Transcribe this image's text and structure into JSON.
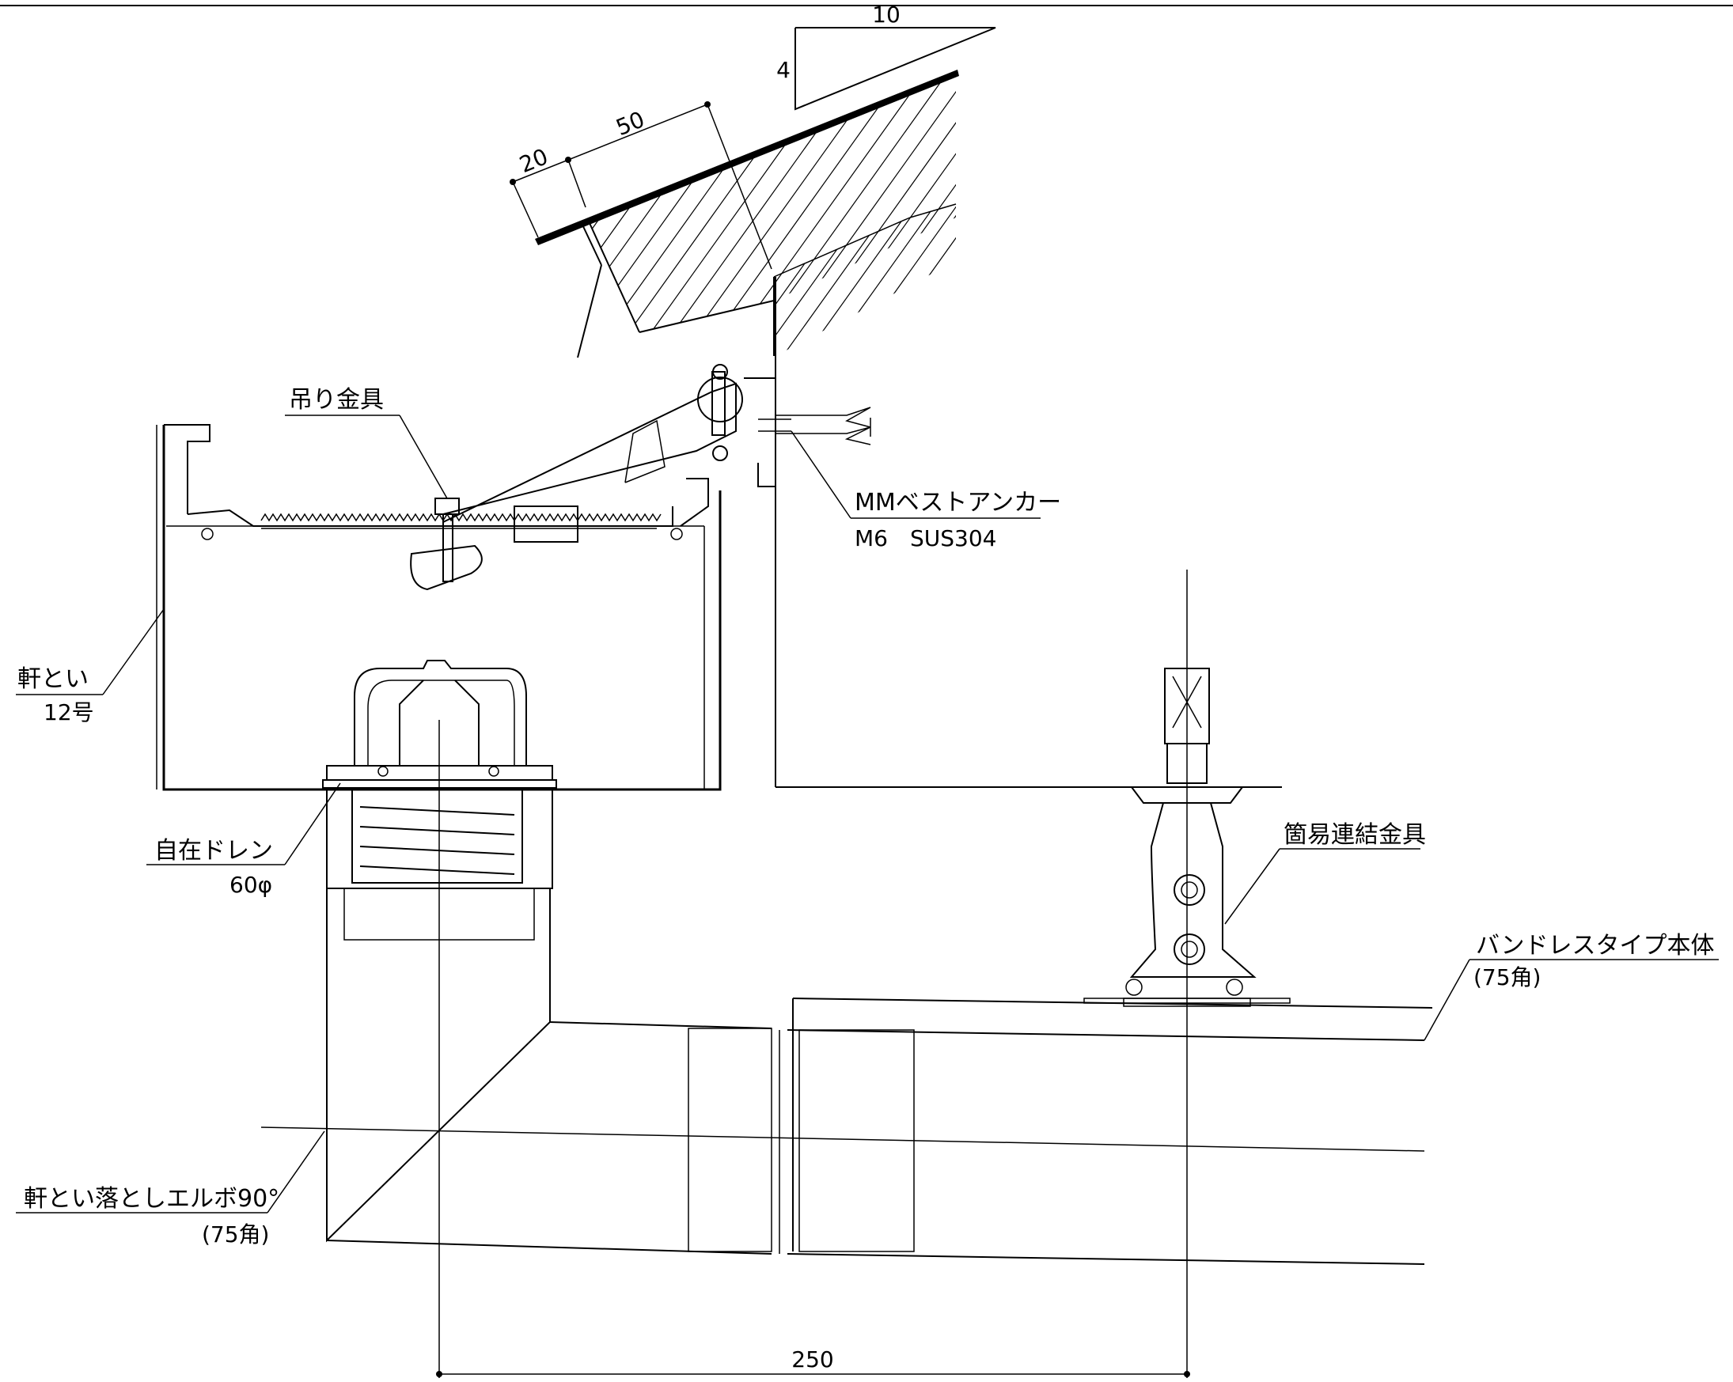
{
  "dimensions": {
    "slope_run": "10",
    "slope_rise": "4",
    "overhang_50": "50",
    "overhang_20": "20",
    "center_distance": "250"
  },
  "labels": {
    "hanger": "吊り金具",
    "anchor_title": "MMベストアンカー",
    "anchor_spec": "M6　SUS304",
    "gutter_title": "軒とい",
    "gutter_size": "12号",
    "drain_title": "自在ドレン",
    "drain_size": "60φ",
    "connector_title": "箇易連結金具",
    "body_title": "バンドレスタイプ本体",
    "body_size": "(75角)",
    "elbow_title": "軒とい落としエルボ90°",
    "elbow_size": "(75角)"
  }
}
